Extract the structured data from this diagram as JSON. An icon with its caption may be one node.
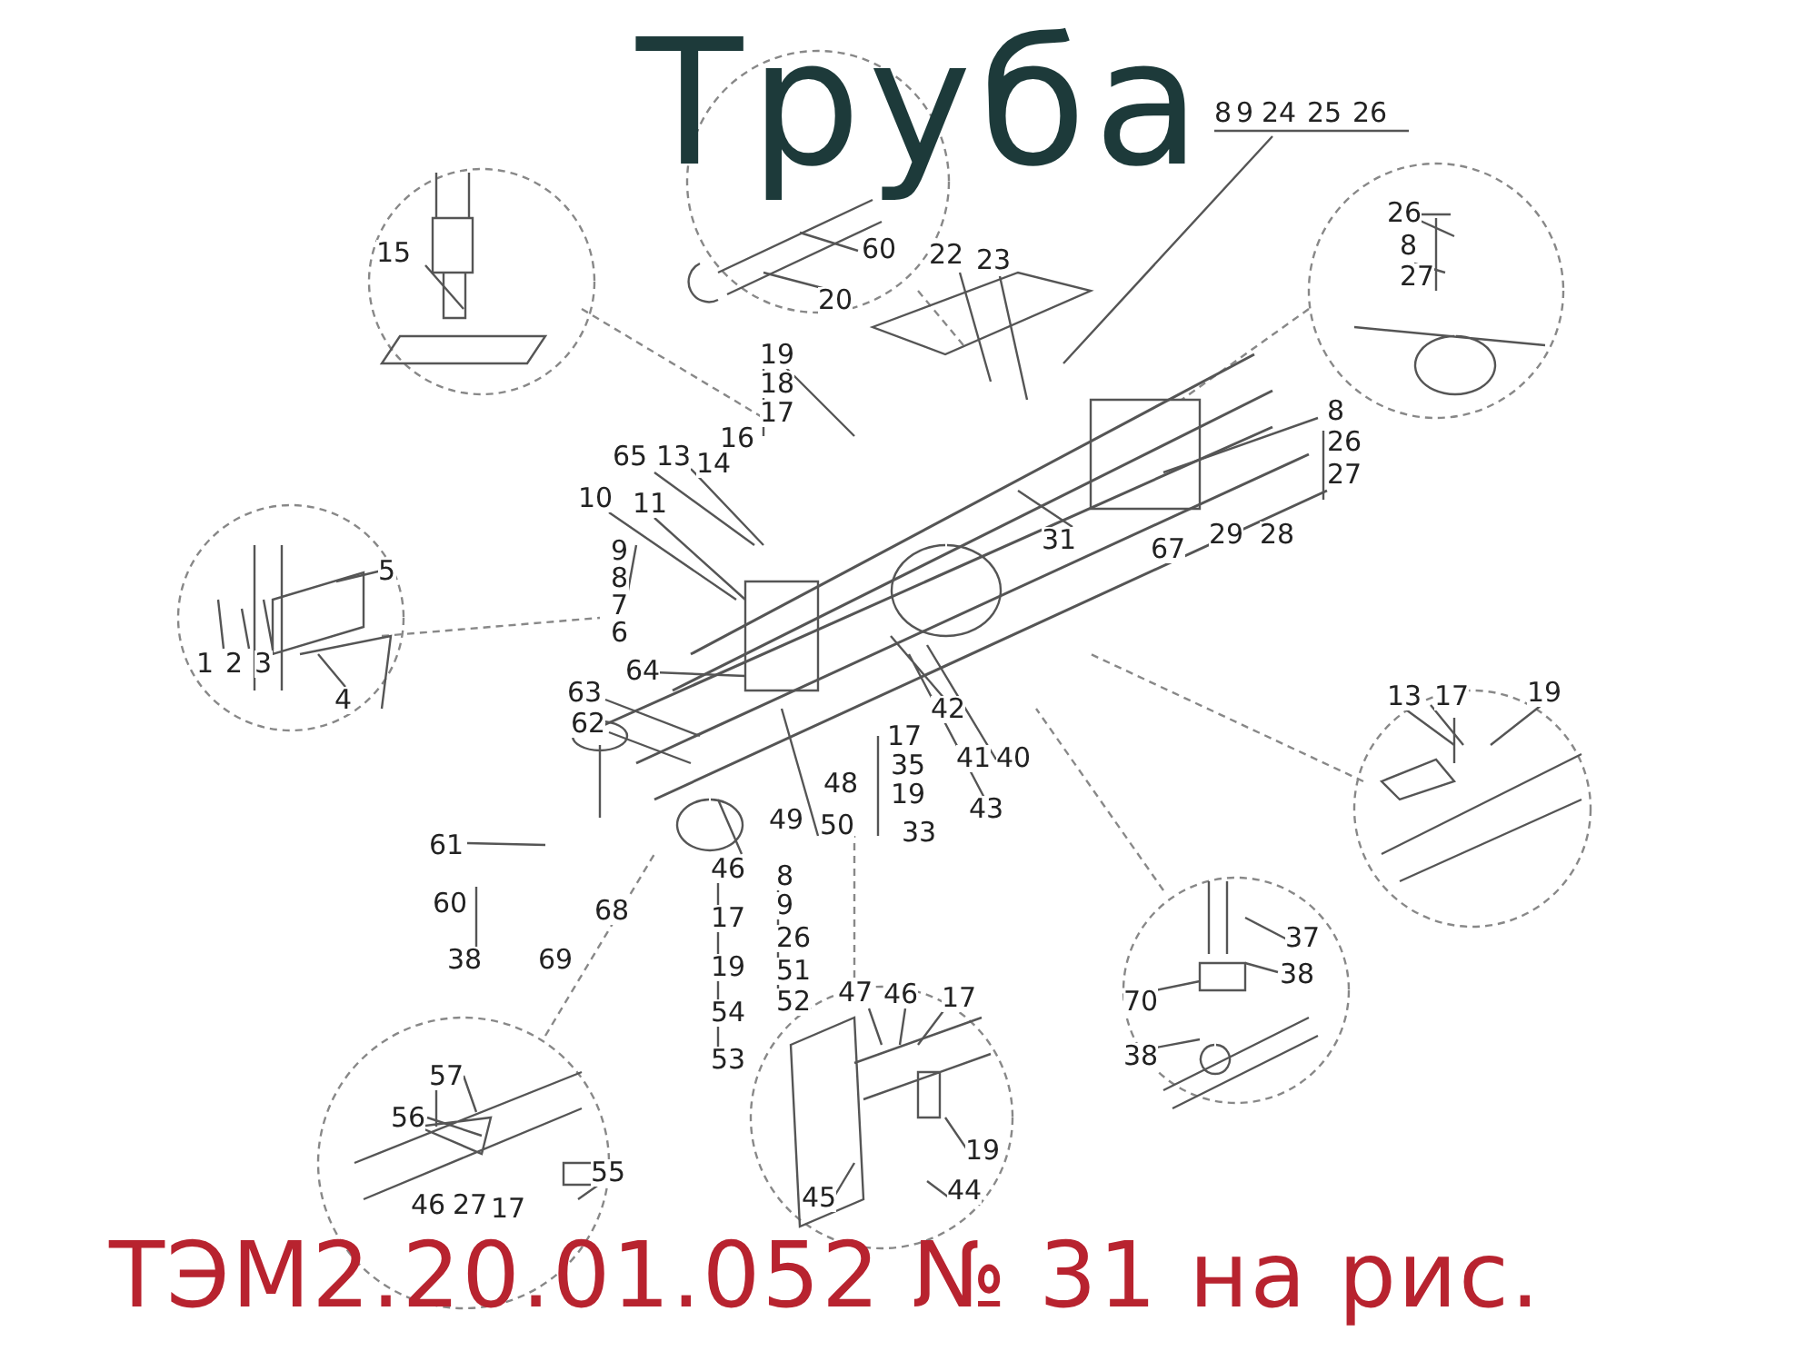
{
  "diagram": {
    "title": "Труба",
    "caption": "ТЭМ2.20.01.052 № 31 на рис.",
    "labels": [
      "15",
      "60",
      "20",
      "8",
      "9",
      "24",
      "25",
      "26",
      "22",
      "23",
      "26",
      "8",
      "27",
      "19",
      "18",
      "17",
      "16",
      "65",
      "13",
      "14",
      "10",
      "11",
      "8",
      "26",
      "27",
      "9",
      "8",
      "7",
      "6",
      "5",
      "1",
      "2",
      "3",
      "4",
      "31",
      "67",
      "29",
      "28",
      "64",
      "63",
      "62",
      "42",
      "13",
      "17",
      "19",
      "17",
      "35",
      "41",
      "40",
      "48",
      "19",
      "43",
      "49",
      "50",
      "33",
      "61",
      "46",
      "8",
      "60",
      "68",
      "9",
      "17",
      "26",
      "37",
      "38",
      "69",
      "19",
      "51",
      "38",
      "52",
      "47",
      "46",
      "17",
      "70",
      "54",
      "53",
      "38",
      "57",
      "56",
      "55",
      "19",
      "45",
      "44",
      "46",
      "27",
      "17"
    ]
  }
}
